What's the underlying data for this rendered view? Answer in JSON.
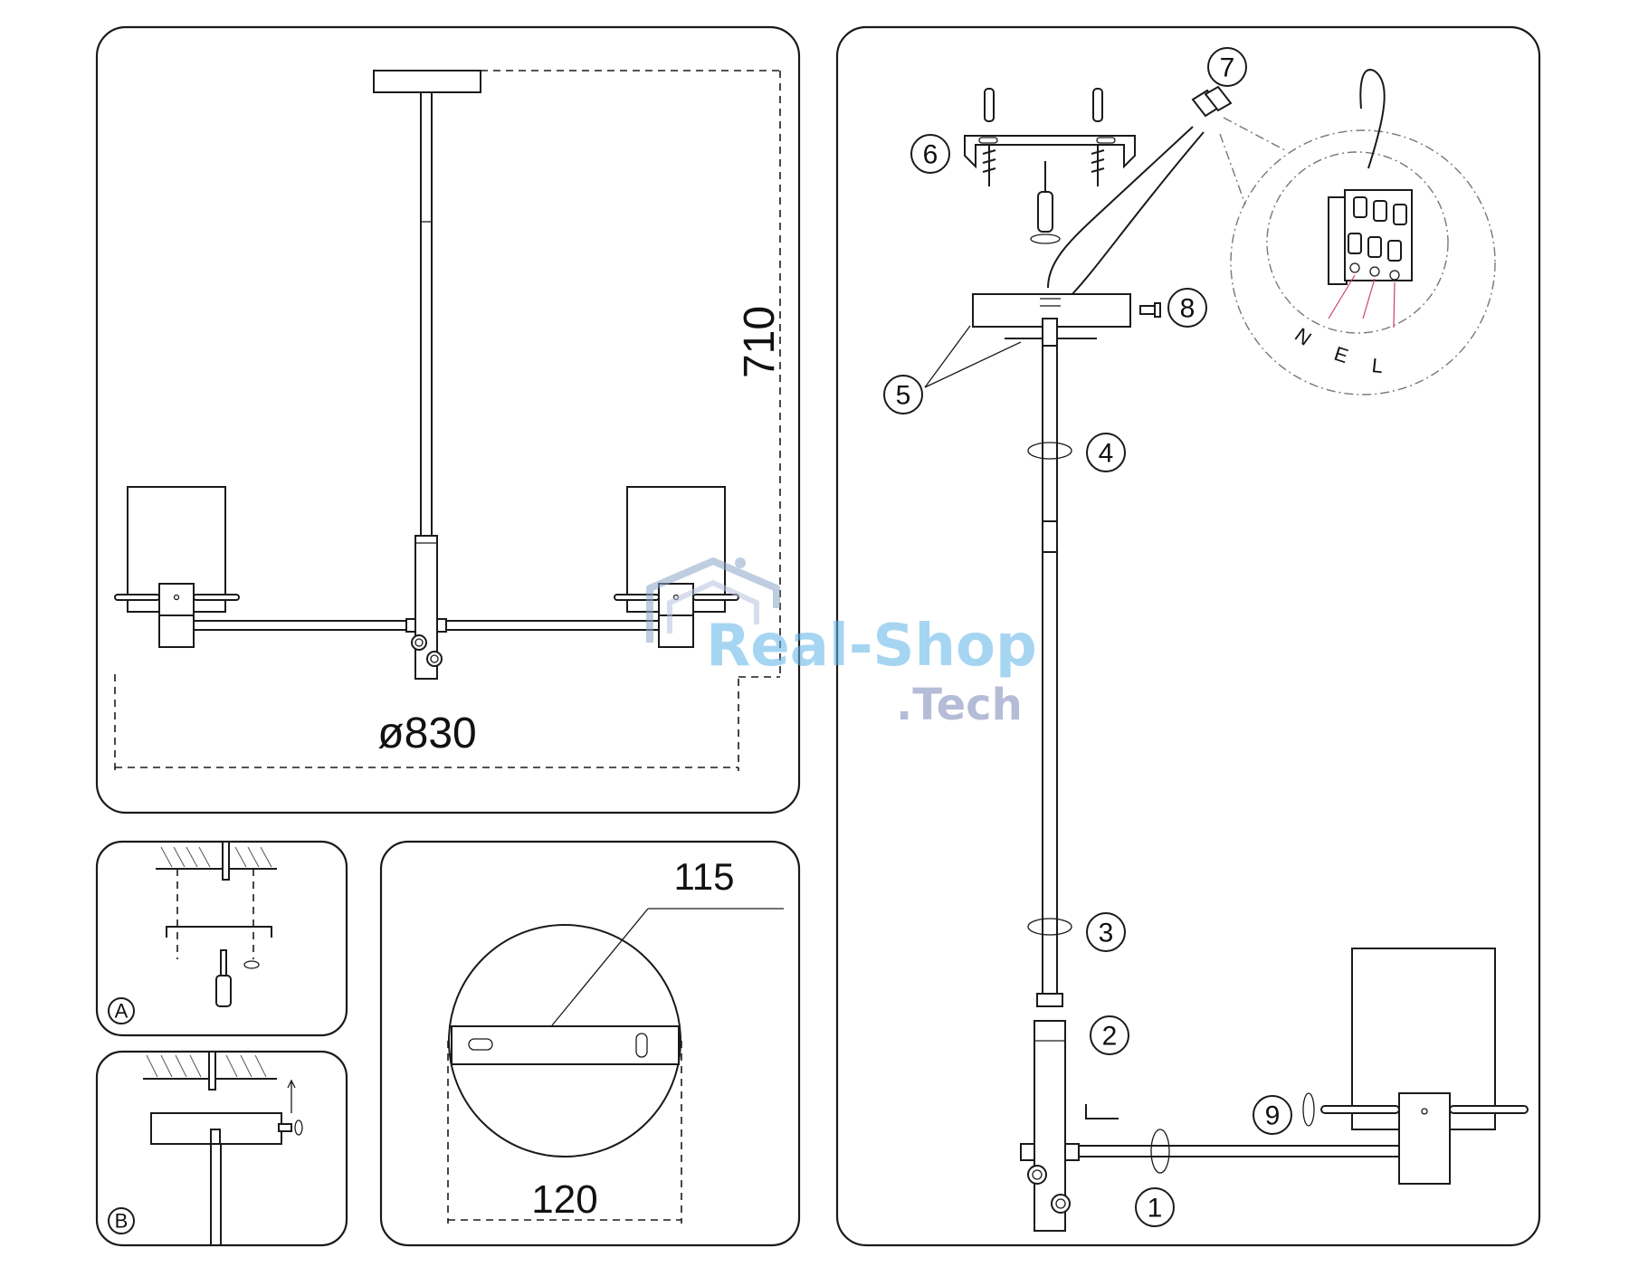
{
  "dimensions": {
    "diameter": "ø830",
    "height": "710",
    "plate_length": "115",
    "canopy_diameter": "120"
  },
  "step_labels": [
    "1",
    "2",
    "3",
    "4",
    "5",
    "6",
    "7",
    "8",
    "9"
  ],
  "sub_panel_labels": {
    "a": "A",
    "b": "B"
  },
  "wiring_labels": {
    "n": "N",
    "e": "E",
    "l": "L"
  },
  "watermark": {
    "line1": "Real-Shop",
    "line2": ".Tech"
  }
}
